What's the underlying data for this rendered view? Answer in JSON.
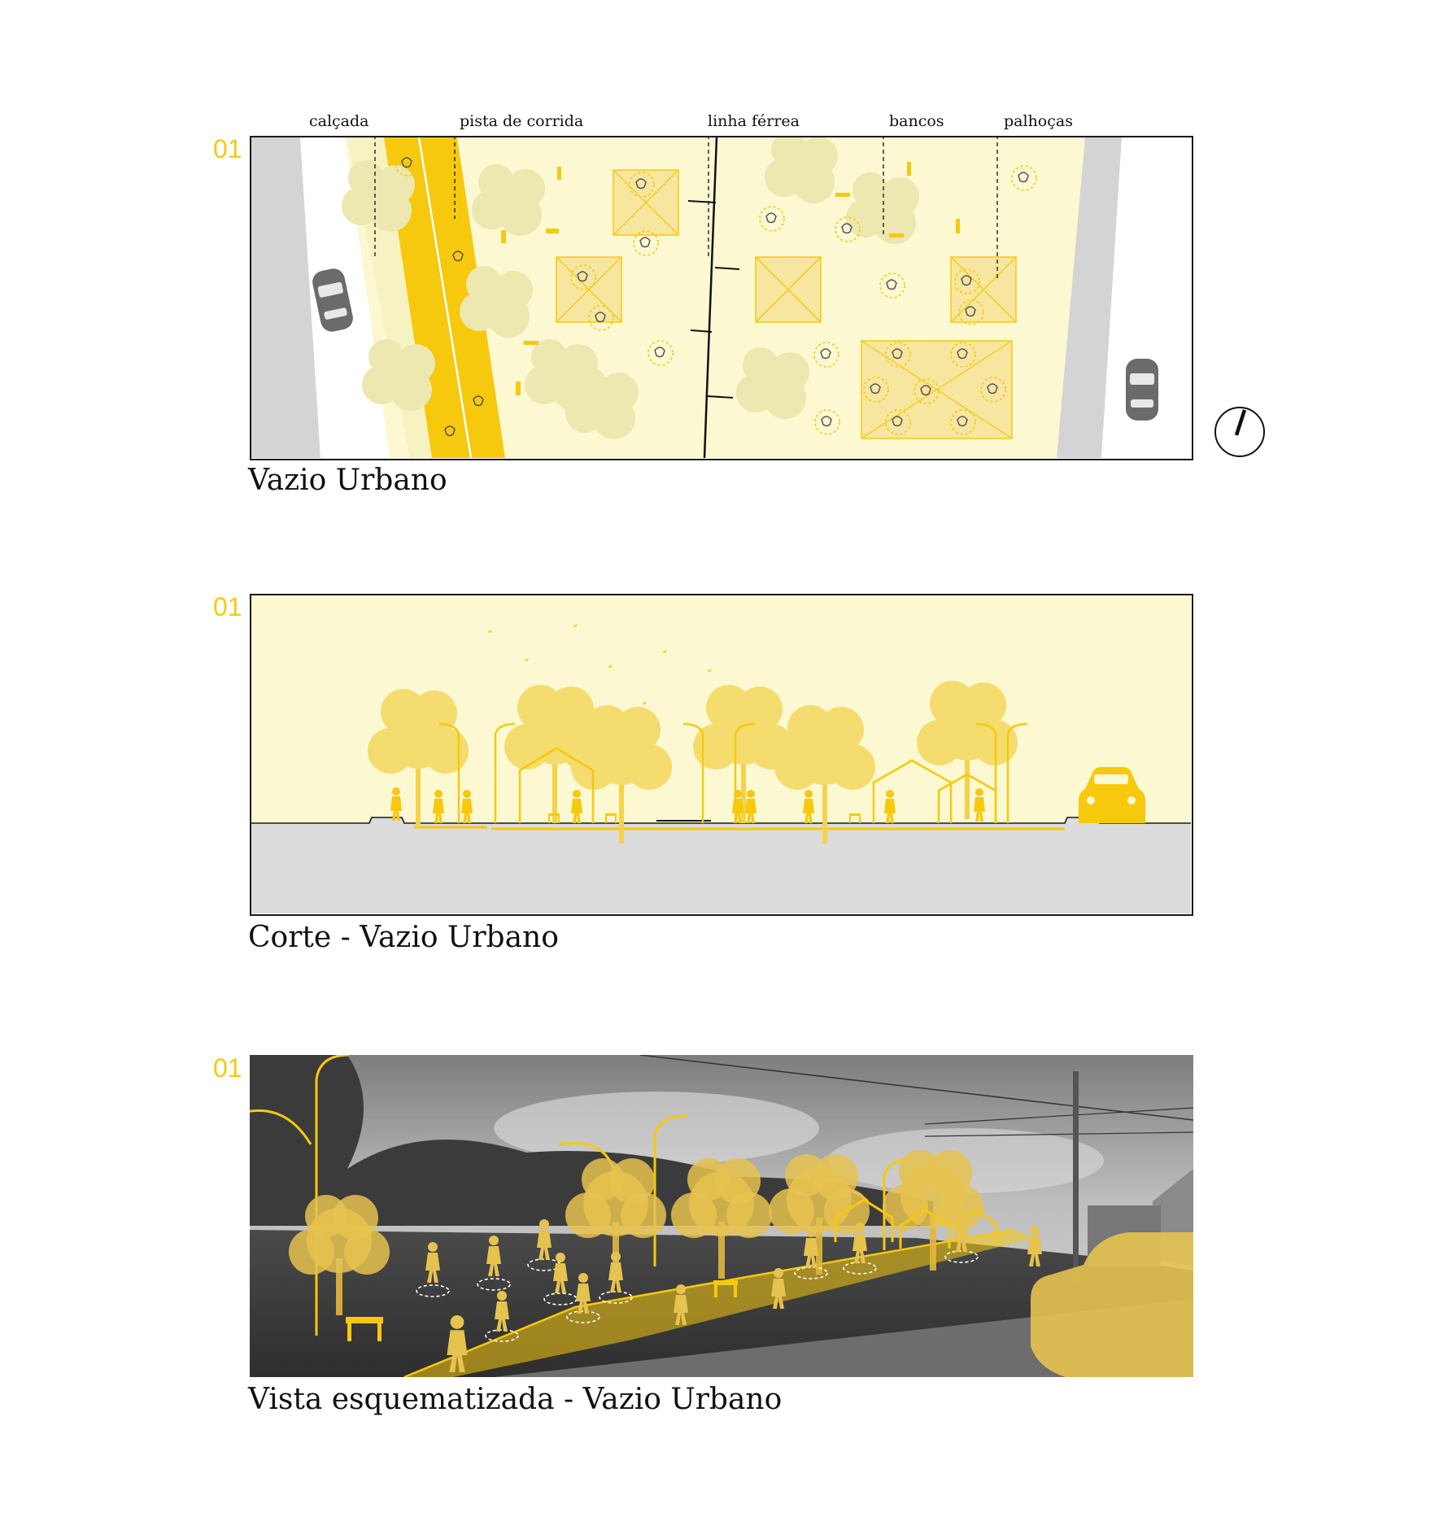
{
  "section_numbers": {
    "plan": "01",
    "section": "01",
    "view": "01"
  },
  "plan": {
    "caption": "Vazio Urbano",
    "labels": {
      "calcada": "calçada",
      "pista": "pista de corrida",
      "linha": "linha férrea",
      "bancos": "bancos",
      "palhocas": "palhoças"
    }
  },
  "section": {
    "caption": "Corte - Vazio Urbano"
  },
  "view": {
    "caption": "Vista esquematizada - Vazio Urbano"
  },
  "colors": {
    "accent": "#f6c90e",
    "pale": "#fbf8d2",
    "tree": "#ede7b0",
    "ground": "#dcdcdc",
    "road": "#d4d4d4"
  },
  "icons": [
    "compass-icon",
    "car-icon",
    "tree-icon",
    "person-icon",
    "bench-icon",
    "hut-icon",
    "streetlamp-icon",
    "bird-icon"
  ]
}
